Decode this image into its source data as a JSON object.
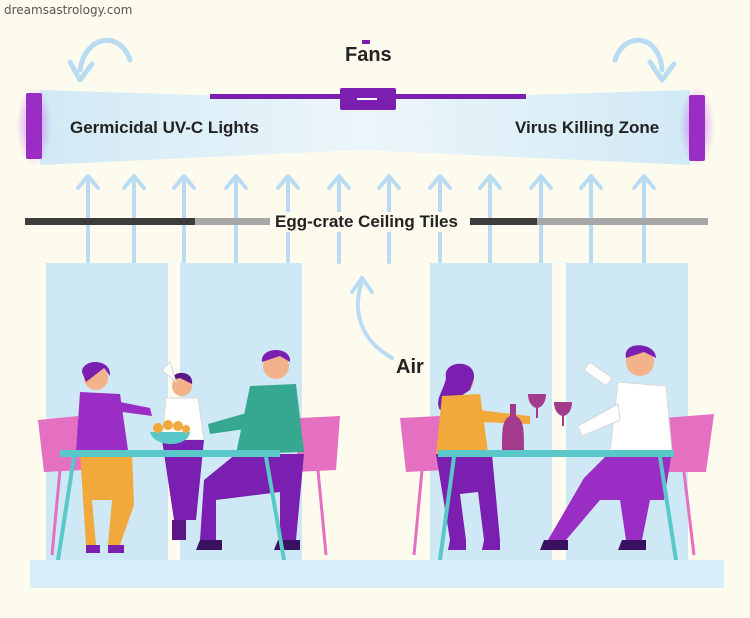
{
  "watermark": "dreamsastrology.com",
  "labels": {
    "fans": "Fans",
    "uv_lights": "Germicidal UV-C Lights",
    "killing_zone": "Virus Killing Zone",
    "ceiling_tiles": "Egg-crate Ceiling Tiles",
    "air": "Air"
  },
  "colors": {
    "background": "#fdfbee",
    "uv_purple": "#9a2ec4",
    "zone_blue": "#cfe8f6",
    "arrow_blue": "#b9dcf3",
    "window_blue": "#cfe8f6",
    "tile_dark": "#3d3d3d",
    "tile_light": "#a7a7a7",
    "chair_pink": "#e56fc0",
    "table_teal": "#5ac8c8",
    "floor_blue": "#d7edf8"
  }
}
